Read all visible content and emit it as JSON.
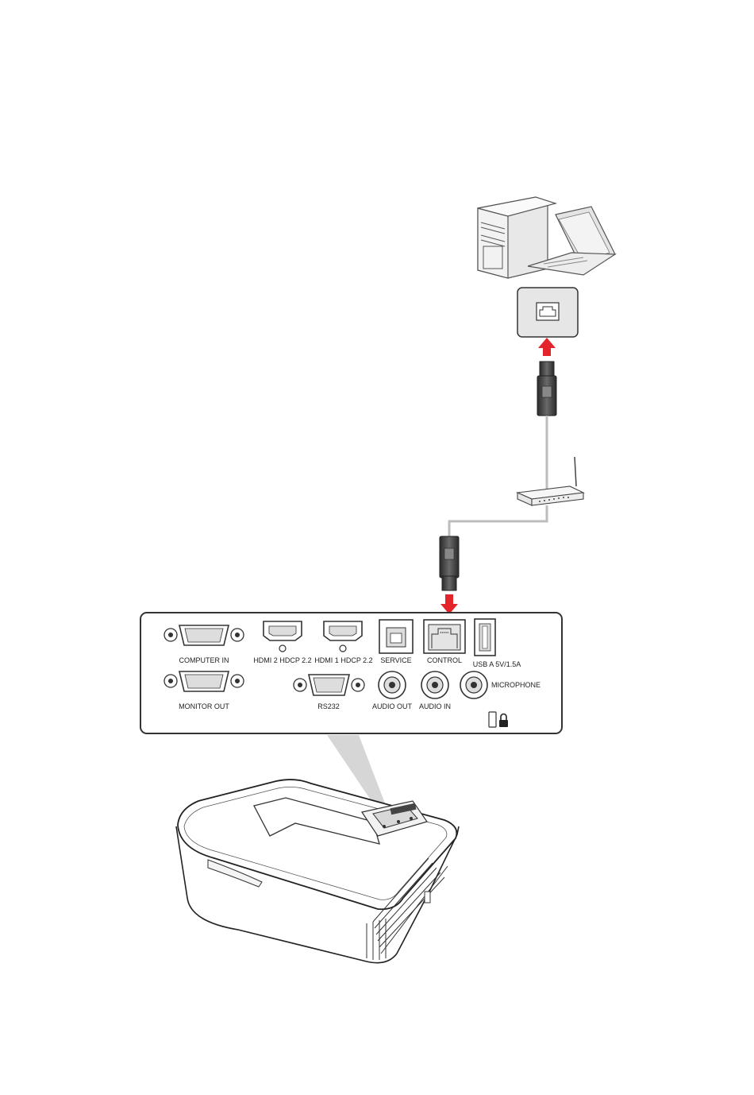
{
  "panel": {
    "labels": {
      "computer_in": "COMPUTER IN",
      "monitor_out": "MONITOR OUT",
      "hdmi2": "HDMI 2 HDCP 2.2",
      "hdmi1": "HDMI 1 HDCP 2.2",
      "service": "SERVICE",
      "control": "CONTROL",
      "usb": "USB A 5V/1.5A",
      "rs232": "RS232",
      "audio_out": "AUDIO OUT",
      "audio_in": "AUDIO IN",
      "microphone": "MICROPHONE"
    }
  },
  "colors": {
    "arrow": "#e3242b",
    "cable": "#bdbdbd",
    "device_fill": "#e6e6e6",
    "outline": "#333333"
  },
  "icons": {
    "computer": "desktop-tower-icon",
    "laptop": "laptop-icon",
    "lan_port": "ethernet-port-icon",
    "router": "router-icon",
    "lock": "kensington-lock-icon"
  }
}
